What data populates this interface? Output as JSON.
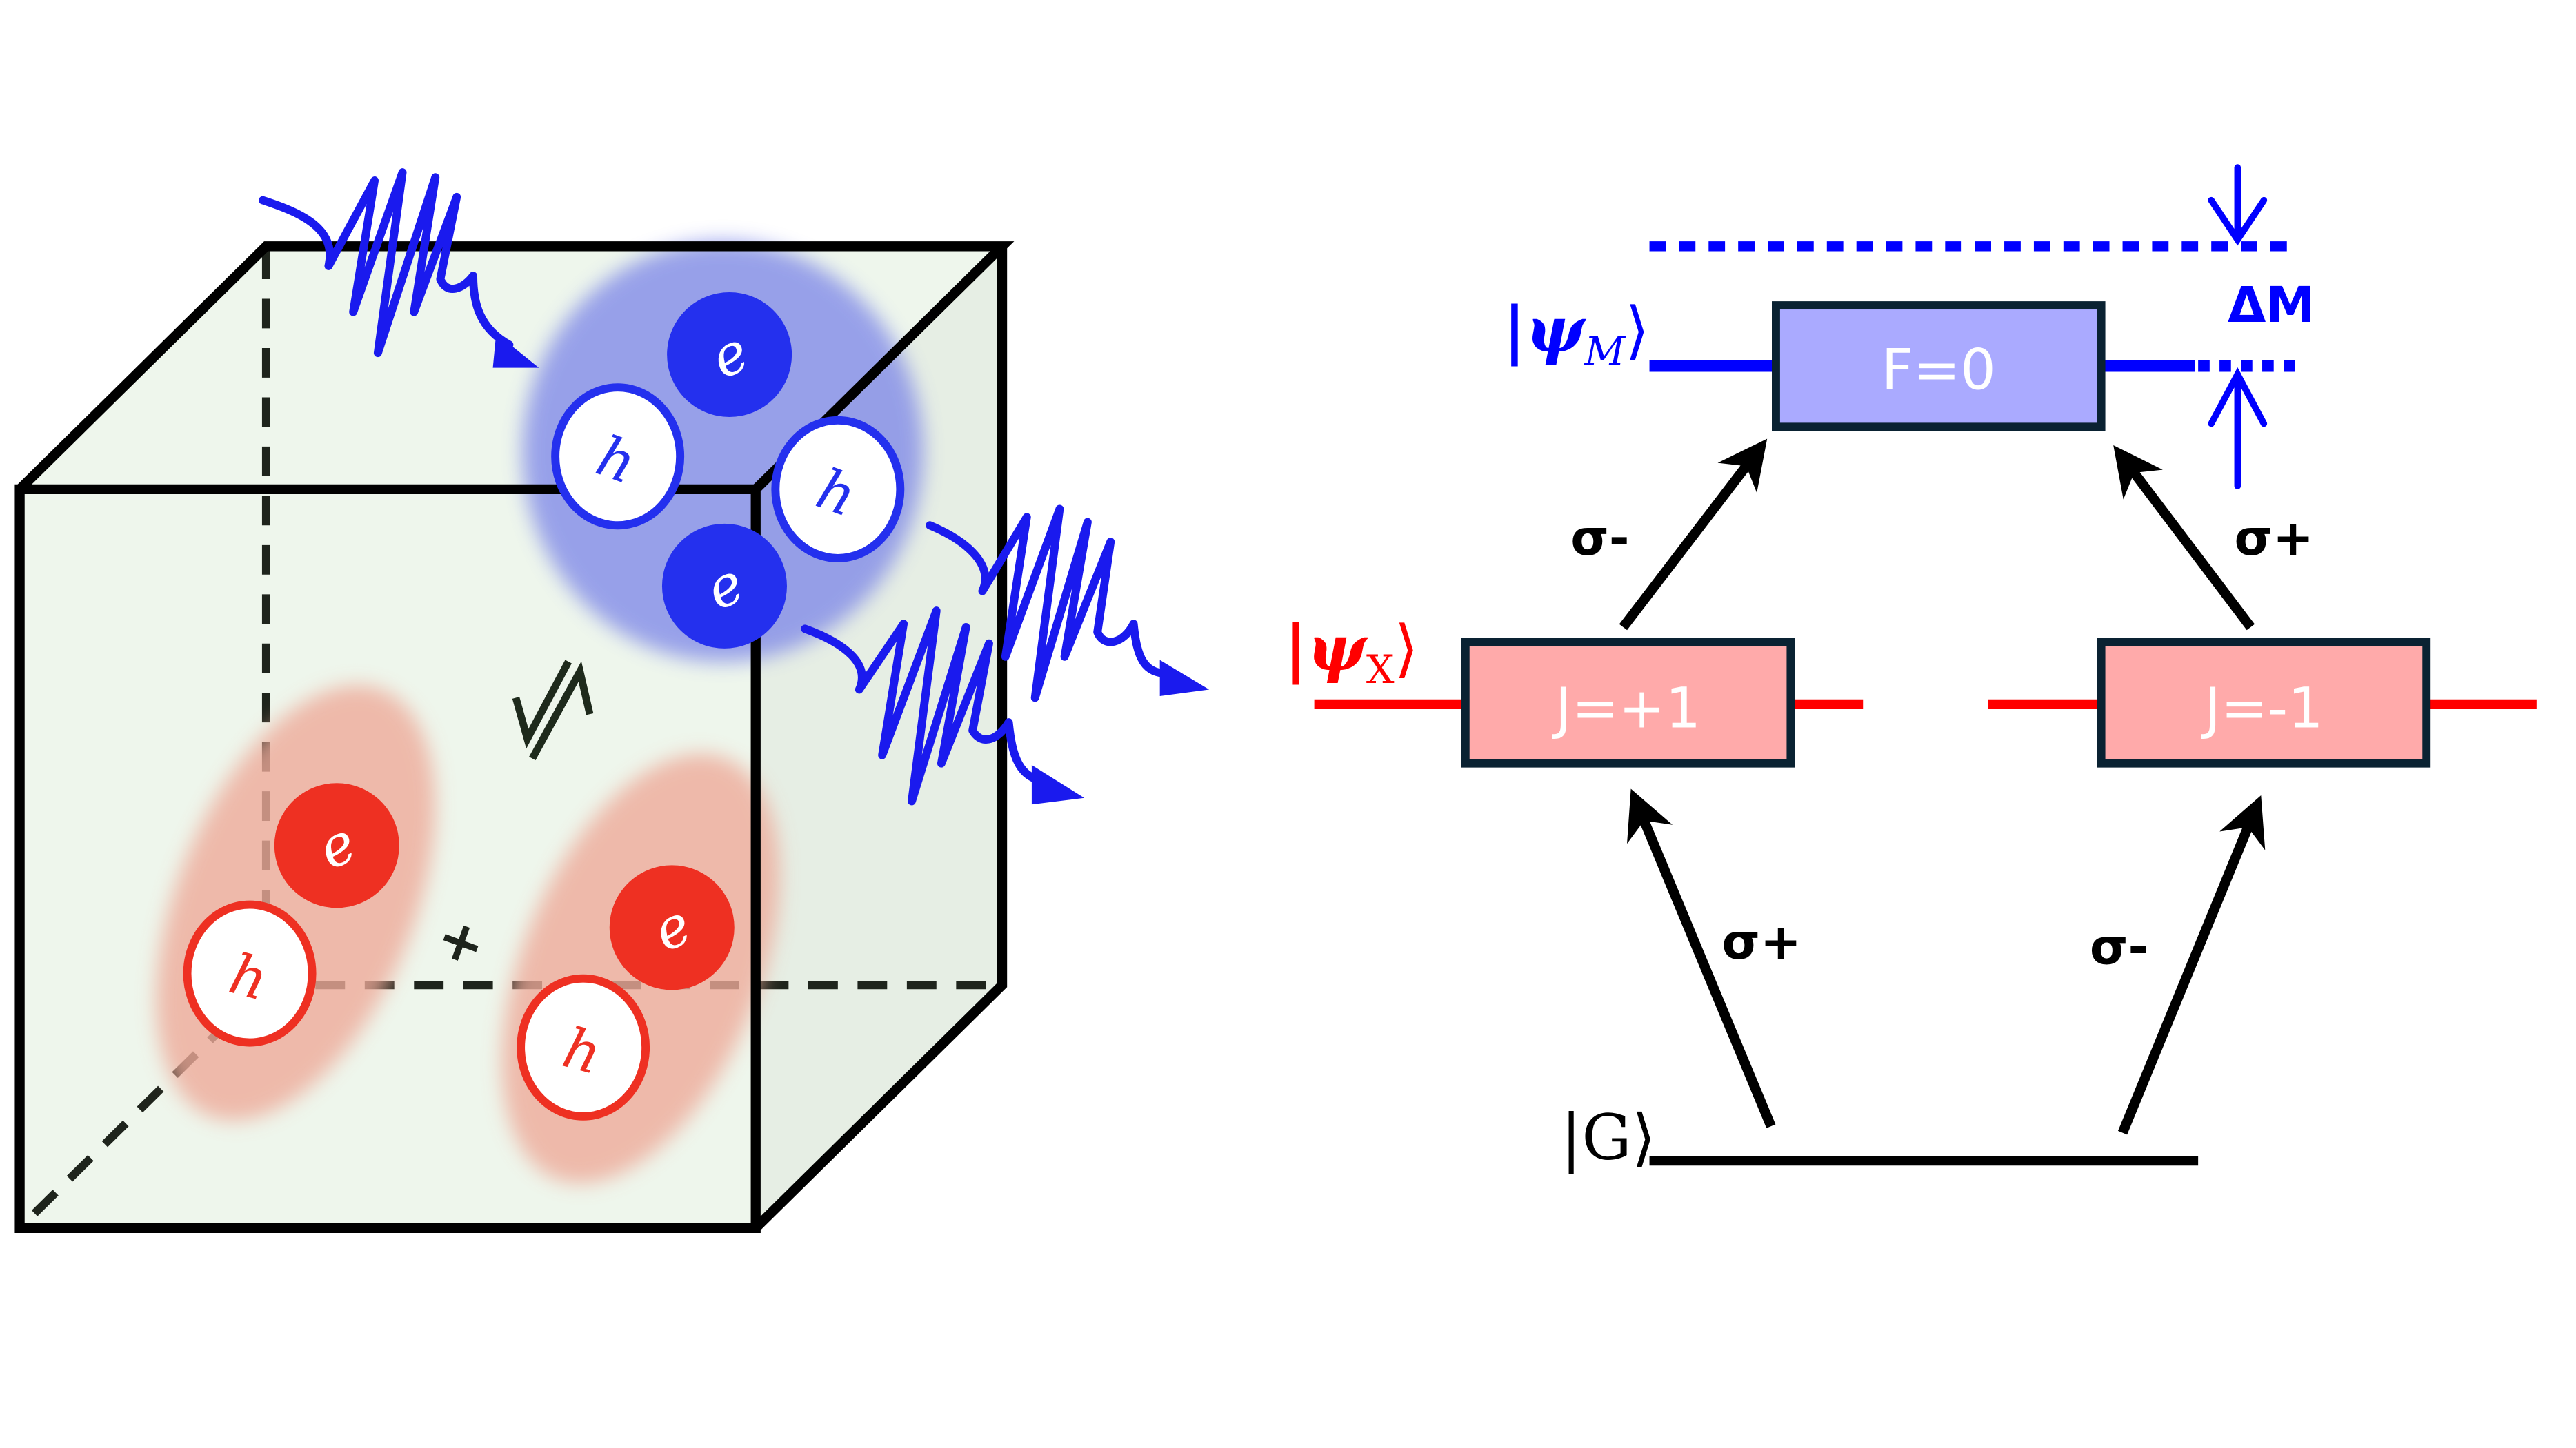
{
  "colors": {
    "background": "#ffffff",
    "cube_front_face": "#eef6ec",
    "cube_side_face": "#e6eee4",
    "cube_edge": "#000000",
    "cube_hidden_edge": "#1e241c",
    "exciton_blue": "#2430ee",
    "exciton_blue_halo": "#7a84e8",
    "exciton_red": "#ee3022",
    "exciton_red_halo": "#eeaa9a",
    "photon_blue": "#1a1aee",
    "level_blue": "#0000ff",
    "level_red": "#ff0000",
    "box_blue_fill": "#aaaaff",
    "box_red_fill": "#ffaaaa",
    "box_border": "#0a2232",
    "arrow_black": "#000000"
  },
  "cube": {
    "molecule_exciton": {
      "particles": [
        {
          "type": "electron",
          "letter": "e",
          "style": "filled"
        },
        {
          "type": "hole",
          "letter": "h",
          "style": "outlined"
        },
        {
          "type": "hole",
          "letter": "h",
          "style": "outlined"
        },
        {
          "type": "electron",
          "letter": "e",
          "style": "filled"
        }
      ]
    },
    "exciton_1": {
      "particles": [
        {
          "type": "electron",
          "letter": "e",
          "style": "filled"
        },
        {
          "type": "hole",
          "letter": "h",
          "style": "outlined"
        }
      ]
    },
    "exciton_2": {
      "particles": [
        {
          "type": "electron",
          "letter": "e",
          "style": "filled"
        },
        {
          "type": "hole",
          "letter": "h",
          "style": "outlined"
        }
      ]
    },
    "equilibrium_symbol": "⇌",
    "plus_symbol": "+",
    "photons": [
      "incoming-photon",
      "emitted-photon-1",
      "emitted-photon-2"
    ]
  },
  "levels": {
    "molecule": {
      "ket": "|ψ",
      "subscript": "M",
      "ket_close": "⟩",
      "box_label": "F=0"
    },
    "exciton": {
      "ket": "|ψ",
      "subscript": "X",
      "ket_close": "⟩",
      "left_box_label": "J=+1",
      "right_box_label": "J=-1"
    },
    "ground": {
      "ket": "|G⟩"
    },
    "binding_energy_label": "ΔM"
  },
  "transitions": {
    "ground_to_left": "σ+",
    "ground_to_right": "σ-",
    "left_to_molecule": "σ-",
    "right_to_molecule": "σ+"
  }
}
